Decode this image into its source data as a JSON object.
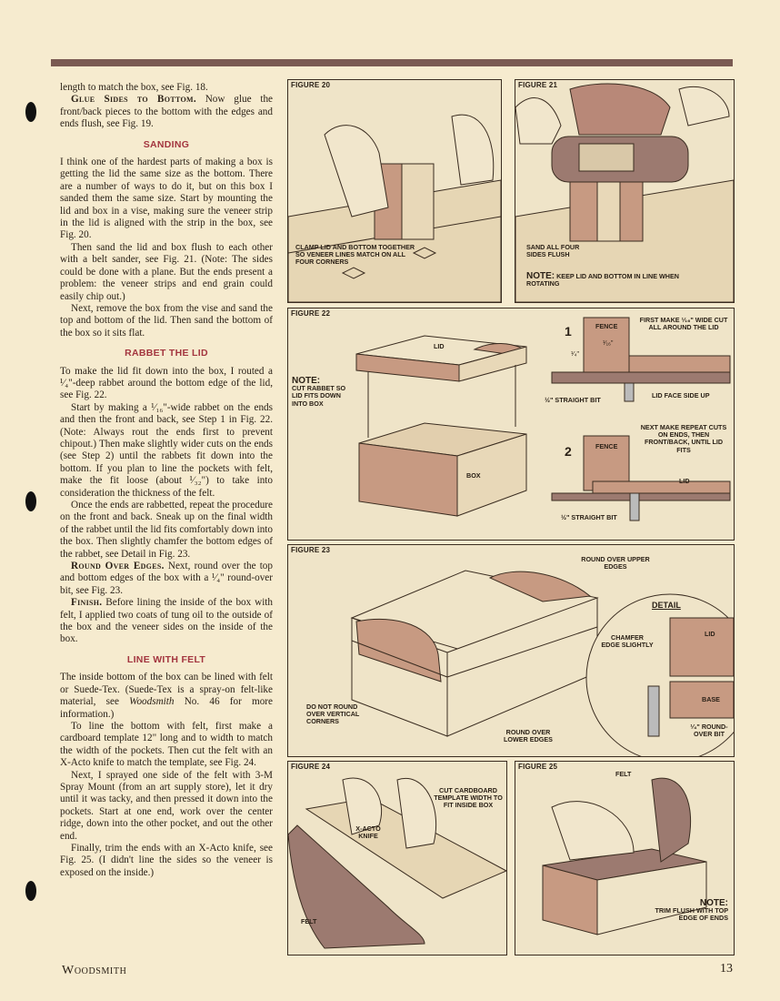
{
  "footer": {
    "magazine": "Woodsmith",
    "page": "13"
  },
  "article": {
    "p_intro": "length to match the box, see Fig. 18.",
    "glue_lead": "Glue Sides to Bottom.",
    "glue_text": " Now glue the front/back pieces to the bottom with the edges and ends flush, see Fig. 19.",
    "h_sanding": "SANDING",
    "s1": "I think one of the hardest parts of making a box is getting the lid the same size as the bottom. There are a number of ways to do it, but on this box I sanded them the same size. Start by mounting the lid and box in a vise, making sure the veneer strip in the lid is aligned with the strip in the box, see Fig. 20.",
    "s2": "Then sand the lid and box flush to each other with a belt sander, see Fig. 21. (Note: The sides could be done with a plane. But the ends present a problem: the veneer strips and end grain could easily chip out.)",
    "s3": "Next, remove the box from the vise and sand the top and bottom of the lid. Then sand the bottom of the box so it sits flat.",
    "h_rabbet": "RABBET THE LID",
    "r1": "To make the lid fit down into the box, I routed a ¹⁄₄\"-deep rabbet around the bottom edge of the lid, see Fig. 22.",
    "r2": "Start by making a ¹⁄₁₆\"-wide rabbet on the ends and then the front and back, see Step 1 in Fig. 22. (Note: Always rout the ends first to prevent chipout.) Then make slightly wider cuts on the ends (see Step 2) until the rabbets fit down into the bottom. If you plan to line the pockets with felt, make the fit loose (about ¹⁄₃₂\") to take into consideration the thickness of the felt.",
    "r3": "Once the ends are rabbetted, repeat the procedure on the front and back. Sneak up on the final width of the rabbet until the lid fits comfortably down into the box. Then slightly chamfer the bottom edges of the rabbet, see Detail in Fig. 23.",
    "round_lead": "Round Over Edges.",
    "round_text": " Next, round over the top and bottom edges of the box with a ¹⁄₄\" round-over bit, see Fig. 23.",
    "finish_lead": "Finish.",
    "finish_text": " Before lining the inside of the box with felt, I applied two coats of tung oil to the outside of the box and the veneer sides on the inside of the box.",
    "h_felt": "LINE WITH FELT",
    "f1a": "The inside bottom of the box can be lined with felt or Suede-Tex. (Suede-Tex is a spray-on felt-like material, see ",
    "f1_ital": "Woodsmith",
    "f1b": " No. 46 for more information.)",
    "f2": "To line the bottom with felt, first make a cardboard template 12\" long and to width to match the width of the pockets. Then cut the felt with an X-Acto knife to match the template, see Fig. 24.",
    "f3": "Next, I sprayed one side of the felt with 3-M Spray Mount (from an art supply store), let it dry until it was tacky, and then pressed it down into the pockets. Start at one end, work over the center ridge, down into the other pocket, and out the other end.",
    "f4": "Finally, trim the ends with an X-Acto knife, see Fig. 25. (I didn't line the sides so the veneer is exposed on the inside.)"
  },
  "figures": {
    "f20": {
      "title": "FIGURE 20",
      "label": "CLAMP LID AND BOTTOM TOGETHER SO VENEER LINES MATCH ON ALL FOUR CORNERS"
    },
    "f21": {
      "title": "FIGURE 21",
      "label": "SAND ALL FOUR SIDES FLUSH",
      "note": "NOTE:",
      "note_text": "KEEP LID AND BOTTOM IN LINE WHEN ROTATING"
    },
    "f22": {
      "title": "FIGURE 22",
      "note": "NOTE:",
      "note_text": "CUT RABBET SO LID FITS DOWN INTO BOX",
      "lid": "LID",
      "box": "BOX",
      "step1": "1",
      "step2": "2",
      "fence": "FENCE",
      "fence2": "FENCE",
      "first_make": "FIRST MAKE ¹⁄₁₆\" WIDE CUT ALL AROUND THE LID",
      "dim_w": "¹⁄₁₆\"",
      "dim_d": "¹⁄₄\"",
      "bit1": "½\" STRAIGHT BIT",
      "lid_face": "LID FACE SIDE UP",
      "next_make": "NEXT MAKE REPEAT CUTS ON ENDS, THEN FRONT/BACK, UNTIL LID FITS",
      "lid2": "LID",
      "bit2": "½\" STRAIGHT BIT"
    },
    "f23": {
      "title": "FIGURE 23",
      "upper": "ROUND OVER UPPER EDGES",
      "detail": "DETAIL",
      "chamfer": "CHAMFER EDGE SLIGHTLY",
      "lid": "LID",
      "base": "BASE",
      "do_not": "DO NOT ROUND OVER VERTICAL CORNERS",
      "lower": "ROUND OVER LOWER EDGES",
      "bit": "¹⁄₄\" ROUND-OVER BIT"
    },
    "f24": {
      "title": "FIGURE 24",
      "knife": "X-ACTO KNIFE",
      "template": "CUT CARDBOARD TEMPLATE WIDTH TO FIT INSIDE BOX",
      "felt": "FELT"
    },
    "f25": {
      "title": "FIGURE 25",
      "felt": "FELT",
      "note": "NOTE:",
      "note_text": "TRIM FLUSH WITH TOP EDGE OF ENDS"
    }
  },
  "colors": {
    "paper": "#f6ebcf",
    "accent_red": "#a3353f",
    "wood": "#c79a82",
    "rule": "#7a5a52"
  }
}
